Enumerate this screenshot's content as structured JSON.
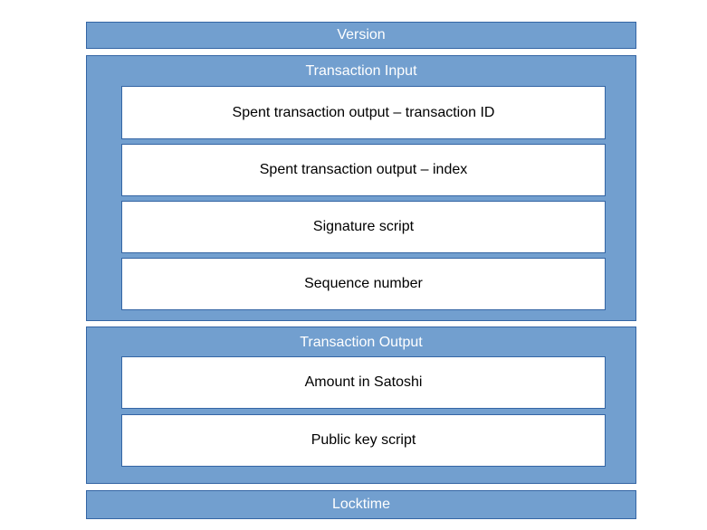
{
  "diagram": {
    "version": "Version",
    "input": {
      "title": "Transaction Input",
      "fields": [
        "Spent transaction output – transaction ID",
        "Spent transaction output – index",
        "Signature script",
        "Sequence number"
      ]
    },
    "output": {
      "title": "Transaction Output",
      "fields": [
        "Amount in Satoshi",
        "Public key script"
      ]
    },
    "locktime": "Locktime"
  },
  "colors": {
    "block_fill": "#729fcf",
    "block_border": "#3465a4",
    "field_fill": "#ffffff"
  }
}
